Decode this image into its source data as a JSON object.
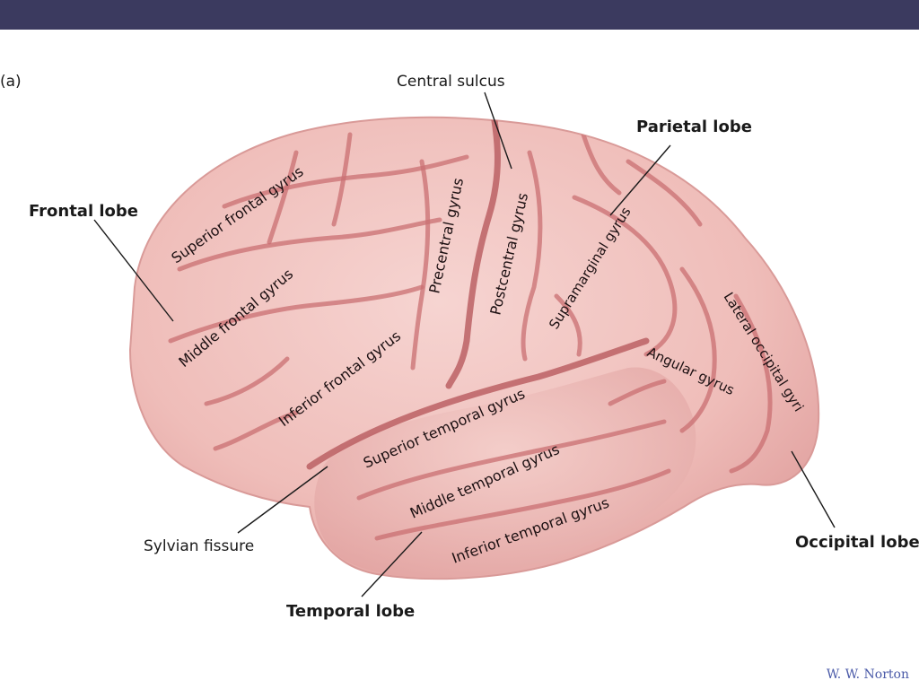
{
  "header": {
    "bar_color": "#3b3a5f"
  },
  "panel_label": "(a)",
  "labels": {
    "central_sulcus": "Central sulcus",
    "parietal_lobe": "Parietal lobe",
    "frontal_lobe": "Frontal lobe",
    "occipital_lobe": "Occipital lobe",
    "sylvian_fissure": "Sylvian fissure",
    "temporal_lobe": "Temporal lobe"
  },
  "gyri": {
    "superior_frontal": "Superior frontal gyrus",
    "middle_frontal": "Middle frontal gyrus",
    "inferior_frontal": "Inferior frontal gyrus",
    "precentral": "Precentral gyrus",
    "postcentral": "Postcentral gyrus",
    "supramarginal": "Supramarginal gyrus",
    "angular": "Angular gyrus",
    "lateral_occipital": "Lateral occipital gyri",
    "superior_temporal": "Superior temporal gyrus",
    "middle_temporal": "Middle temporal gyrus",
    "inferior_temporal": "Inferior temporal gyrus"
  },
  "credit": "W. W. Norton",
  "colors": {
    "brain_fill": "#f0c2bf",
    "sulcus": "#c96f72",
    "credit_text": "#4a5aa8"
  }
}
